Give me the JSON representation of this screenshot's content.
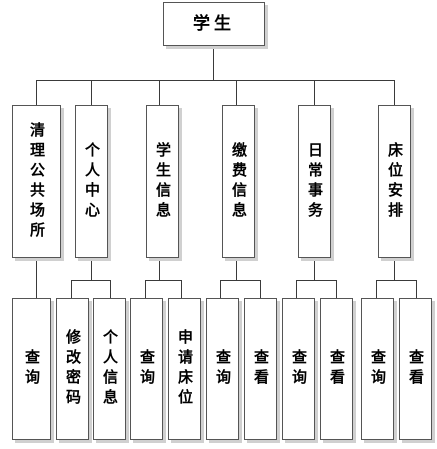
{
  "root": {
    "label": "学生"
  },
  "modules": [
    {
      "label": "清理公共场所",
      "children": [
        "查询"
      ]
    },
    {
      "label": "个人中心",
      "children": [
        "修改密码",
        "个人信息"
      ]
    },
    {
      "label": "学生信息",
      "children": [
        "查询",
        "申请床位"
      ]
    },
    {
      "label": "缴费信息",
      "children": [
        "查询",
        "查看"
      ]
    },
    {
      "label": "日常事务",
      "children": [
        "查询",
        "查看"
      ]
    },
    {
      "label": "床位安排",
      "children": [
        "查询",
        "查看"
      ]
    }
  ]
}
